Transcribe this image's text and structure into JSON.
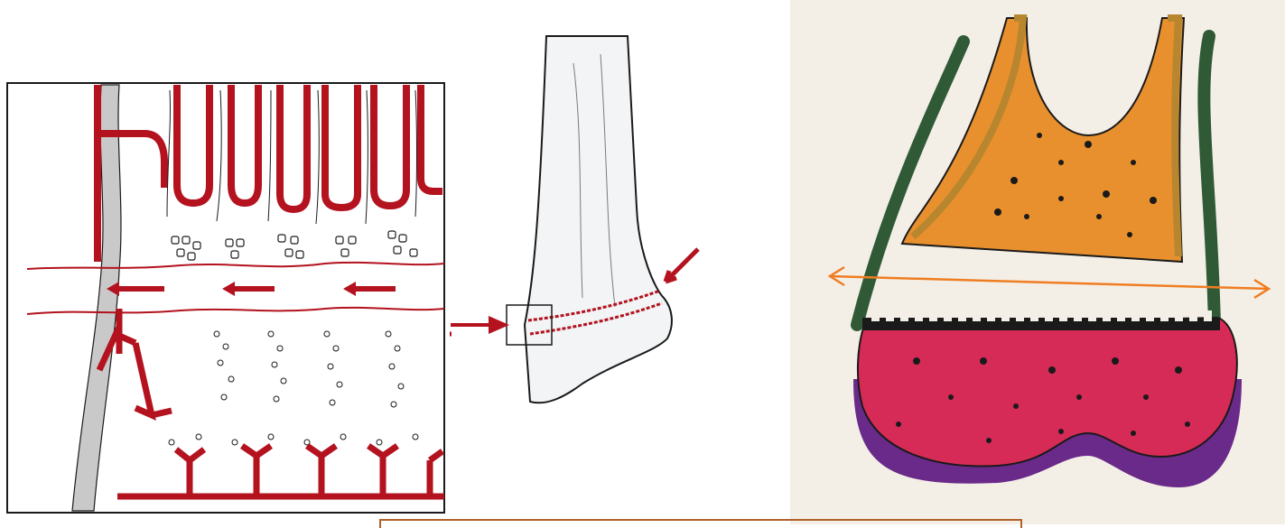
{
  "colors": {
    "vessel_red": "#b3121e",
    "line_black": "#1a1a1a",
    "cortex_grey": "#c9c9c9",
    "bone_fill": "#f2f4f5",
    "metaphysis_orange": "#e8902e",
    "epiphysis_red": "#d62b57",
    "perichondrium_green": "#2f5a35",
    "cortex_tan": "#b7862e",
    "base_purple": "#6a2a8a",
    "width_arrow_orange": "#ef7d22",
    "caption_border": "#b0602a",
    "paper_bg": "#f4efe6"
  },
  "icons": {
    "flow_arrows": "left-arrow",
    "pointer_arrows": "right-arrow",
    "width_arrow": "double-headed-arrow"
  }
}
